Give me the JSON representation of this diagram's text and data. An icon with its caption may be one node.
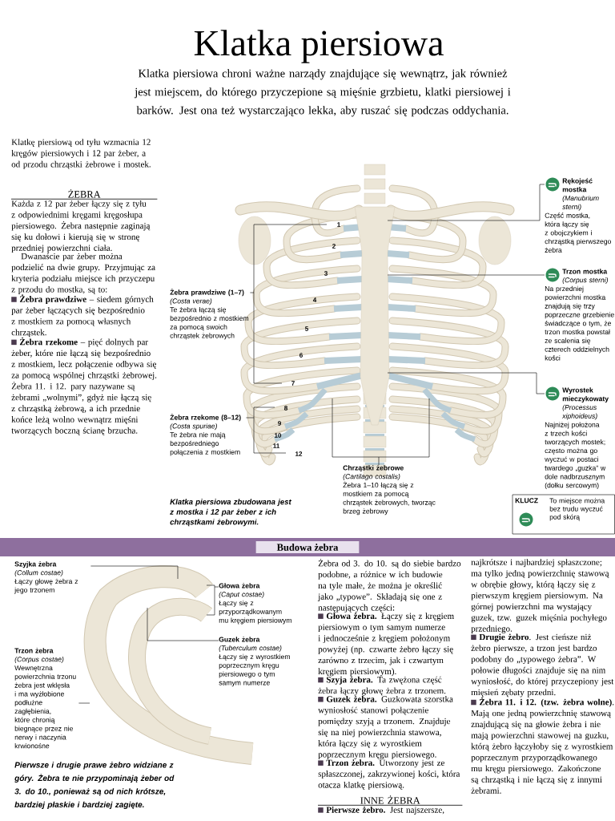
{
  "diagram": {
    "title": "Klatka piersiowa",
    "nodes": [
      {
        "text": [
          "Rękojeść mostka",
          "(Manubrium sterni)",
          "Część mostka, która łączy się z obojczykiem i chrząstką pierwszego żebra"
        ]
      },
      {
        "text": [
          "Trzon mostka",
          "(Corpus sterni)",
          "Na przedniej powierzchni mostka znajdują się trzy poprzeczne grzebienie świadczące o tym, że trzon mostka powstał ze scalenia się czterech oddzielnych kości"
        ]
      },
      {
        "text": [
          "Wyrostek mieczykowaty",
          "(Processus xiphoideus)",
          "Najniżej położona z trzech kości tworzących mostek; często można go wyczuć w postaci twardego „guzka” w dole nadbrzusznym (dołku sercowym)"
        ]
      },
      {
        "text": [
          "Żebra prawdziwe (1–7)",
          "(Costa verae)",
          "Te żebra łączą się bezpośrednio z mostkiem za pomocą swoich chrząstek żebrowych"
        ]
      },
      {
        "text": [
          "Żebra rzekome (8–12)",
          "(Costa spuriae)",
          "Te żebra nie mają bezpośredniego połączenia z mostkiem"
        ]
      },
      {
        "text": [
          "Chrząstki żebrowe",
          "(Cartilago costalis)",
          "Żebra 1–10 łączą się z mostkiem za pomocą chrząstek żebrowych, tworząc brzeg żebrowy"
        ]
      },
      {
        "text": [
          "Szyjka żebra",
          "(Collum costae)",
          "Łączy głowę żebra z jego trzonem"
        ]
      },
      {
        "text": [
          "Głowa żebra",
          "(Caput costae)",
          "Łączy się z przyporządkowanym mu kręgiem piersiowym"
        ]
      },
      {
        "text": [
          "Guzek żebra",
          "(Tuberculum costae)",
          "Łączy się z wyrostkiem poprzecznym kręgu piersiowego o tym samym numerze"
        ]
      },
      {
        "text": [
          "Trzon żebra",
          "(Corpus costae)",
          "Wewnętrzna powierzchnia trzonu żebra jest wklęsła i ma wyżłobione podłużne zagłębienia, które chronią biegnące przez nie nerwy i naczynia krwionośne"
        ]
      },
      {
        "text": [
          "Budowa żebra"
        ]
      }
    ],
    "edges": [
      {
        "from": 0,
        "to": null,
        "arrow": "none"
      },
      {
        "from": 1,
        "to": null,
        "arrow": "none"
      },
      {
        "from": 2,
        "to": null,
        "arrow": "none"
      },
      {
        "from": 3,
        "to": null,
        "arrow": "none"
      },
      {
        "from": 4,
        "to": null,
        "arrow": "none"
      },
      {
        "from": 5,
        "to": null,
        "arrow": "none"
      },
      {
        "from": 6,
        "to": null,
        "arrow": "none"
      },
      {
        "from": 7,
        "to": null,
        "arrow": "none"
      },
      {
        "from": 8,
        "to": null,
        "arrow": "none"
      },
      {
        "from": 9,
        "to": null,
        "arrow": "none"
      }
    ],
    "labels": [
      "Klatka piersiowa chroni ważne narządy znajdujące się wewnątrz, jak również jest miejscem, do którego przyczepione są mięśnie grzbietu, klatki piersiowej i barków. Jest ona też wystarczająco lekka, aby ruszać się podczas oddychania.",
      "Klatkę piersiową od tyłu wzmacnia 12 kręgów piersiowych i 12 par żeber, a od przodu chrząstki żebrowe i mostek.",
      "ŻEBRA",
      "Każda z 12 par żeber łączy się z tyłu z odpowiednimi kręgami kręgosłupa piersiowego. Żebra następnie zaginają się ku dołowi i kierują się w stronę przedniej powierzchni ciała.",
      "Dwanaście par żeber można podzielić na dwie grupy. Przyjmując za kryteria podziału miejsce ich przyczepu z przodu do mostka, są to:",
      "**Żebra prawdziwe** – siedem górnych par żeber łączących się bezpośrednio z mostkiem za pomocą własnych chrząstek.",
      "**Żebra rzekome** – pięć dolnych par żeber, które nie łączą się bezpośrednio z mostkiem, lecz połączenie odbywa się za pomocą wspólnej chrząstki żebrowej. Żebra 11. i 12. pary nazywane są żebrami „wolnymi”, gdyż nie łączą się z chrząstką żebrową, a ich przednie końce leżą wolno wewnątrz mięśni tworzących boczną ścianę brzucha.",
      "1",
      "2",
      "3",
      "4",
      "5",
      "6",
      "7",
      "8",
      "9",
      "10",
      "11",
      "12",
      "Klatka piersiowa zbudowana jest z mostka i 12 par żeber z ich chrząstkami żebrowymi.",
      "KLUCZ",
      "Pierwsze i drugie prawe żebro widziane z góry. Żebra te nie przypominają żeber od 3. do 10., ponieważ są od nich krótsze, bardziej płaskie i bardziej zagięte.",
      "Żebra od 3. do 10. są do siebie bardzo podobne, a różnice w ich budowie na tyle małe, że można je określić jako „typowe”. Składają się one z następujących części:",
      "**Głowa żebra.** Łączy się z kręgiem piersiowym o tym samym numerze i jednocześnie z kręgiem położonym powyżej (np. czwarte żebro łączy się zarówno z trzecim, jak i czwartym kręgiem piersiowym).",
      "**Szyja żebra.** Ta zwężona część żebra łączy głowę żebra z trzonem.",
      "**Guzek żebra.** Guzkowata szorstka wyniosłość stanowi połączenie pomiędzy szyją a trzonem. Znajduje się na niej powierzchnia stawowa, która łączy się z wyrostkiem poprzecznym kręgu piersiowego.",
      "**Trzon żebra.** Utworzony jest ze spłaszczonej, zakrzywionej kości, która otacza klatkę piersiową.",
      "INNE ŻEBRA",
      "**Pierwsze żebro.** Jest najszersze,",
      "najkrótsze i najbardziej spłaszczone; ma tylko jedną powierzchnię stawową w obrębie głowy, którą łączy się z pierwszym kręgiem piersiowym. Na górnej powierzchni ma wystający guzek, tzw. guzek mięśnia pochyłego przedniego.",
      "**Drugie żebro**. Jest cieńsze niż żebro pierwsze, a trzon jest bardzo podobny do „typowego żebra”. W połowie długości znajduje się na nim wyniosłość, do której przyczepiony jest mięsień zębaty przedni.",
      "**Żebra 11. i 12. (tzw. żebra wolne)**. Mają one jedną powierzchnię stawową znajdującą się na głowie żebra i nie mają powierzchni stawowej na guzku, którą żebro łączyłoby się z wyrostkiem poprzecznym przyporządkowanego mu kręgu piersiowego. Zakończone są chrząstką i nie łączą się z innymi żebrami."
    ],
    "legend": [
      {
        "text": "To miejsce można bez trudu wyczuć pod skórą"
      }
    ]
  }
}
